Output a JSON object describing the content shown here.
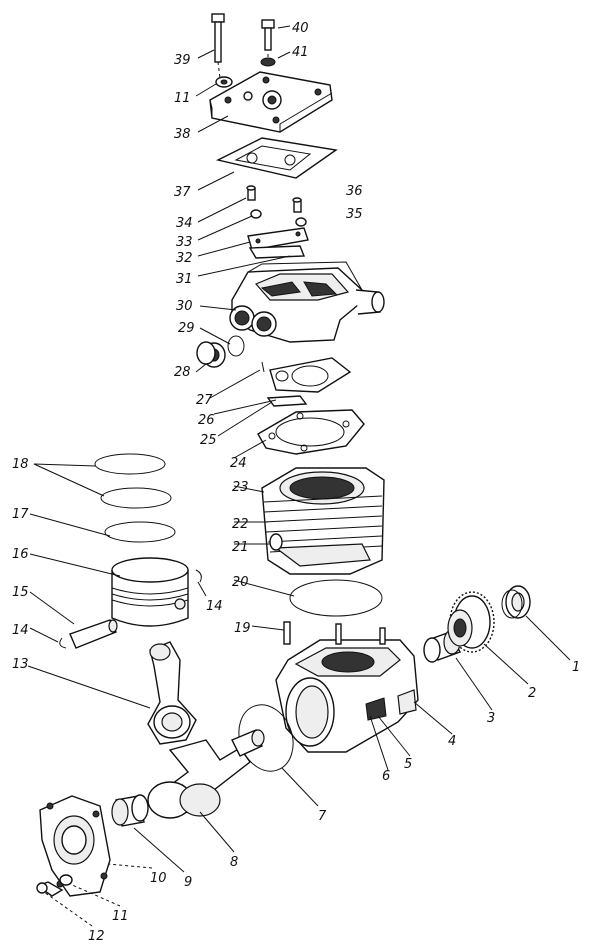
{
  "diagram": {
    "callouts": [
      {
        "id": "1",
        "text": "1"
      },
      {
        "id": "2",
        "text": "2"
      },
      {
        "id": "3",
        "text": "3"
      },
      {
        "id": "4",
        "text": "4"
      },
      {
        "id": "5",
        "text": "5"
      },
      {
        "id": "6",
        "text": "6"
      },
      {
        "id": "7",
        "text": "7"
      },
      {
        "id": "8",
        "text": "8"
      },
      {
        "id": "9",
        "text": "9"
      },
      {
        "id": "10",
        "text": "10"
      },
      {
        "id": "11a",
        "text": "11"
      },
      {
        "id": "11b",
        "text": "11"
      },
      {
        "id": "12",
        "text": "12"
      },
      {
        "id": "13",
        "text": "13"
      },
      {
        "id": "14a",
        "text": "14"
      },
      {
        "id": "14b",
        "text": "14"
      },
      {
        "id": "15",
        "text": "15"
      },
      {
        "id": "16",
        "text": "16"
      },
      {
        "id": "17",
        "text": "17"
      },
      {
        "id": "18",
        "text": "18"
      },
      {
        "id": "19",
        "text": "19"
      },
      {
        "id": "20",
        "text": "20"
      },
      {
        "id": "21",
        "text": "21"
      },
      {
        "id": "22",
        "text": "22"
      },
      {
        "id": "23",
        "text": "23"
      },
      {
        "id": "24",
        "text": "24"
      },
      {
        "id": "25",
        "text": "25"
      },
      {
        "id": "26",
        "text": "26"
      },
      {
        "id": "27",
        "text": "27"
      },
      {
        "id": "28",
        "text": "28"
      },
      {
        "id": "29",
        "text": "29"
      },
      {
        "id": "30",
        "text": "30"
      },
      {
        "id": "31",
        "text": "31"
      },
      {
        "id": "32",
        "text": "32"
      },
      {
        "id": "33",
        "text": "33"
      },
      {
        "id": "34",
        "text": "34"
      },
      {
        "id": "35",
        "text": "35"
      },
      {
        "id": "36",
        "text": "36"
      },
      {
        "id": "37",
        "text": "37"
      },
      {
        "id": "38",
        "text": "38"
      },
      {
        "id": "39",
        "text": "39"
      },
      {
        "id": "40",
        "text": "40"
      },
      {
        "id": "41",
        "text": "41"
      }
    ]
  }
}
